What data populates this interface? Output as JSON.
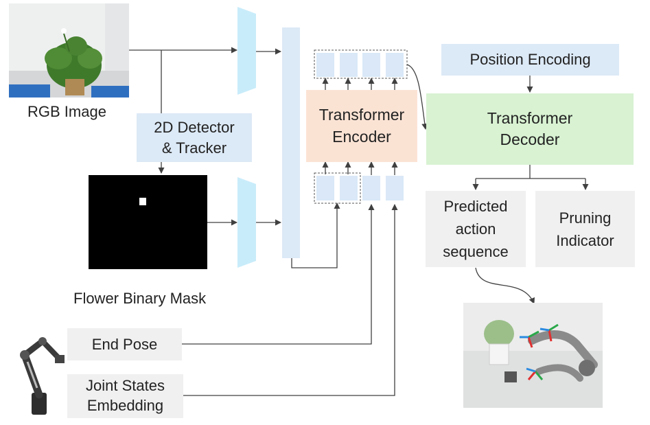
{
  "labels": {
    "rgb_image": "RGB Image",
    "detector_line1": "2D Detector",
    "detector_line2": "& Tracker",
    "mask": "Flower Binary Mask",
    "transformer_encoder_line1": "Transformer",
    "transformer_encoder_line2": "Encoder",
    "position_encoding": "Position Encoding",
    "transformer_decoder_line1": "Transformer",
    "transformer_decoder_line2": "Decoder",
    "predicted_line1": "Predicted",
    "predicted_line2": "action",
    "predicted_line3": "sequence",
    "pruning_line1": "Pruning",
    "pruning_line2": "Indicator",
    "end_pose": "End Pose",
    "joint_line1": "Joint States",
    "joint_line2": "Embedding"
  },
  "colors": {
    "light_blue": "#dce9f6",
    "encoder_cyan": "#c9ecfa",
    "token_blue": "#dae8f7",
    "transformer_encoder": "#fbe3d4",
    "transformer_decoder": "#d8f2d2",
    "output_gray": "#f0f0f0",
    "arrow": "#404040"
  }
}
